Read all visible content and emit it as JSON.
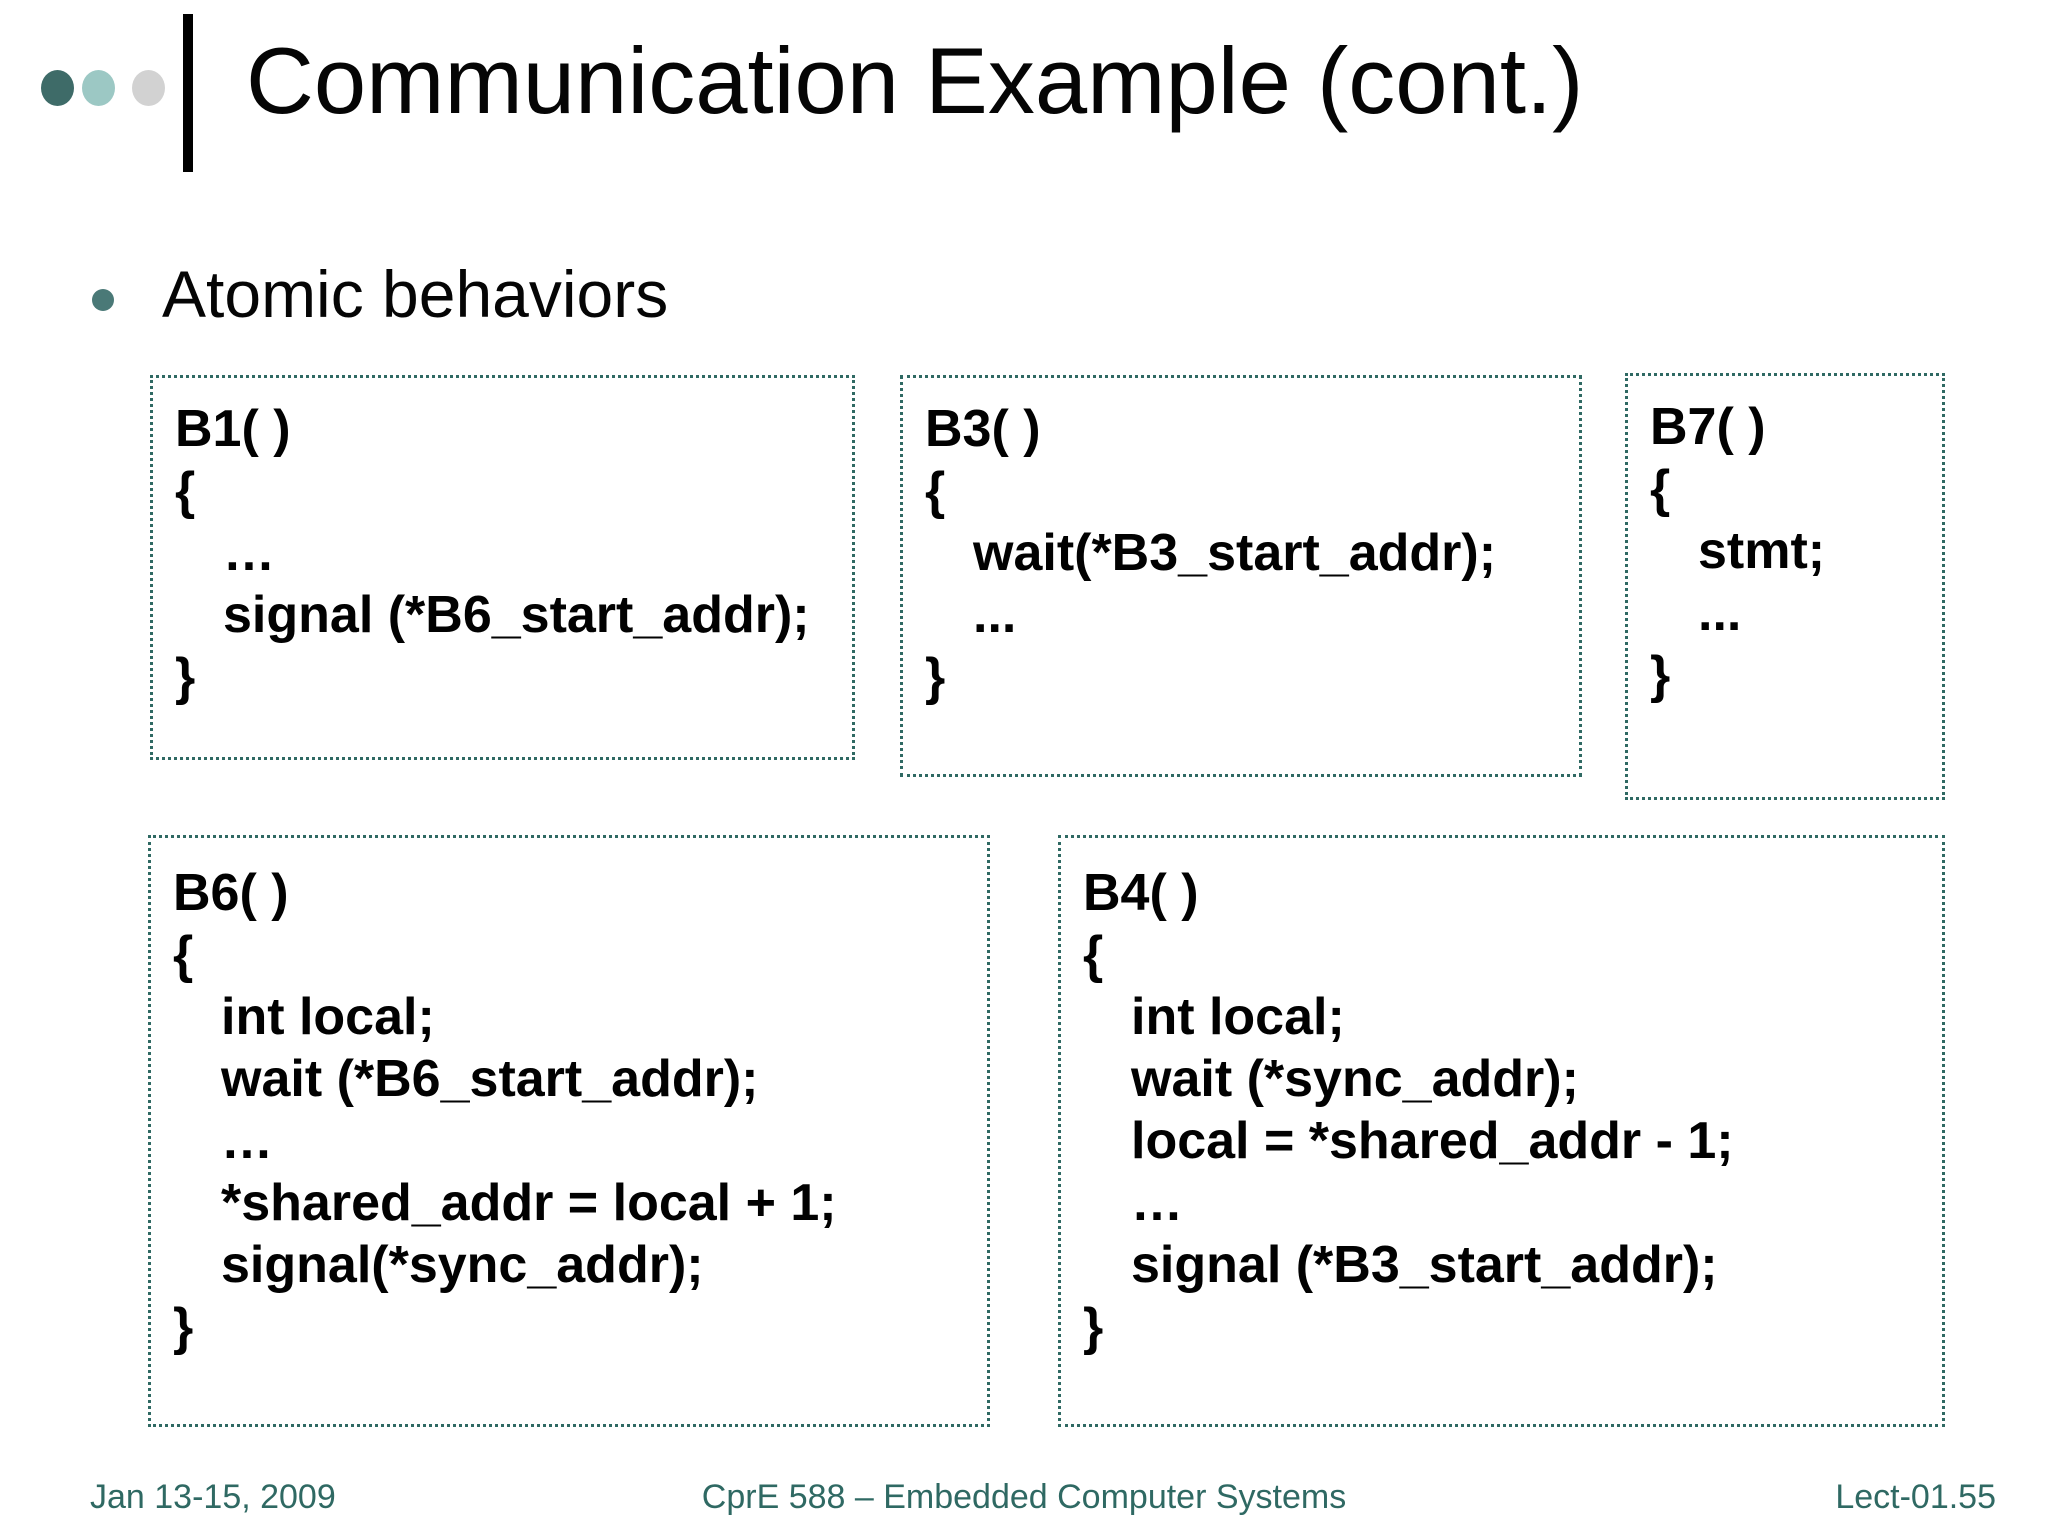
{
  "slide": {
    "title": "Communication Example (cont.)",
    "bullet": "Atomic behaviors",
    "footer": {
      "left": "Jan 13-15, 2009",
      "center": "CprE 588 – Embedded Computer Systems",
      "right": "Lect-01.55"
    },
    "colors": {
      "dot_dark_teal": "#3E6B68",
      "dot_light_teal": "#9CC8C4",
      "dot_gray": "#D2D2D2",
      "bullet_teal": "#4A7977",
      "box_border_teal": "#2F6963",
      "footer_text_teal": "#2F6963",
      "text_black": "#050505"
    }
  },
  "code_boxes": [
    {
      "name": "B1",
      "lines": [
        "B1( )",
        "{",
        "…",
        "signal (*B6_start_addr);",
        "}"
      ]
    },
    {
      "name": "B3",
      "lines": [
        "B3( )",
        "{",
        "wait(*B3_start_addr);",
        "...",
        "}"
      ]
    },
    {
      "name": "B7",
      "lines": [
        "B7( )",
        "{",
        "stmt;",
        "...",
        "}"
      ]
    },
    {
      "name": "B6",
      "lines": [
        "B6( )",
        "{",
        "int local;",
        "wait (*B6_start_addr);",
        "…",
        "*shared_addr = local + 1;",
        "signal(*sync_addr);",
        "}"
      ]
    },
    {
      "name": "B4",
      "lines": [
        "B4( )",
        "{",
        "int local;",
        "wait (*sync_addr);",
        "local = *shared_addr - 1;",
        "…",
        "signal (*B3_start_addr);",
        "}"
      ]
    }
  ]
}
